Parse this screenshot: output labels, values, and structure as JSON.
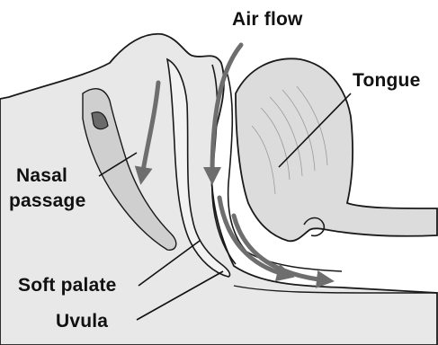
{
  "labels": {
    "air_flow": "Air flow",
    "tongue": "Tongue",
    "nasal_line1": "Nasal",
    "nasal_line2": "passage",
    "soft_palate": "Soft palate",
    "uvula": "Uvula"
  },
  "colors": {
    "ink": "#1a1a1a",
    "tissue": "#e6e6e6",
    "shade": "#c9c9c9",
    "arrow": "#707070"
  }
}
